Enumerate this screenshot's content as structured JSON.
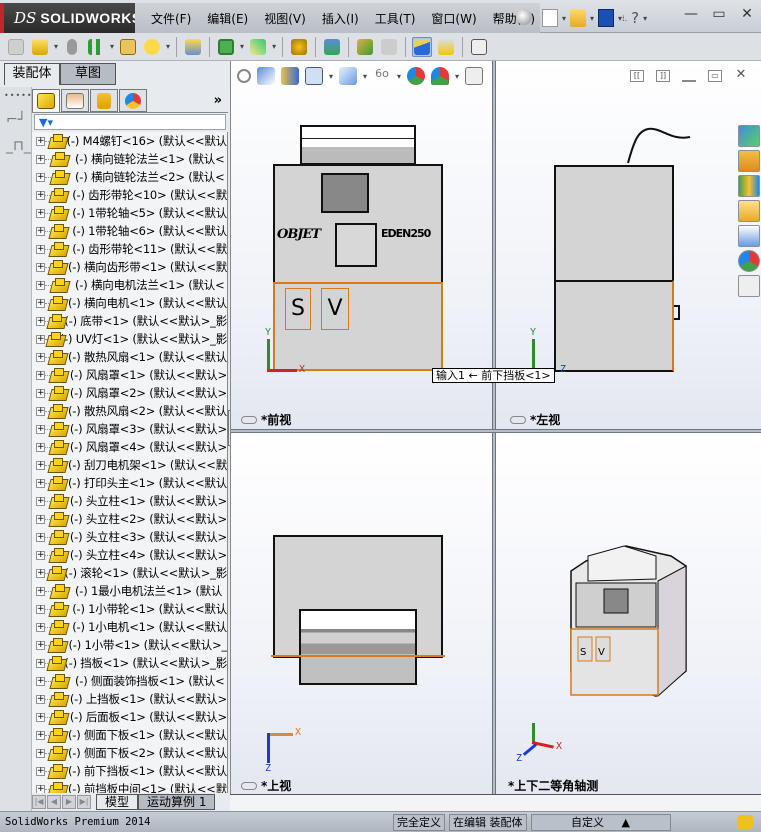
{
  "app": {
    "logo_mark": "DS",
    "logo_name": "SOLIDWORKS",
    "product": "SolidWorks Premium 2014"
  },
  "menu": [
    "文件(F)",
    "编辑(E)",
    "视图(V)",
    "插入(I)",
    "工具(T)",
    "窗口(W)",
    "帮助(H)"
  ],
  "quick_access": [
    "new-document-icon",
    "open-icon",
    "save-icon",
    "options-icon",
    "help-icon"
  ],
  "window_controls": {
    "minimize": "—",
    "restore": "▭",
    "close": "✕"
  },
  "toolbar": {
    "items": [
      "edit-component-icon",
      "insert-component-icon",
      "mate-icon",
      "linear-pattern-icon",
      "smart-fasteners-icon",
      "move-component-icon",
      "show-hidden-icon",
      "assembly-features-icon",
      "reference-geometry-icon",
      "new-motion-study-icon",
      "bill-of-materials-icon",
      "exploded-view-icon",
      "explode-line-sketch-icon",
      "interference-detection-icon",
      "clearance-verification-icon",
      "instant3d-icon"
    ],
    "active": "instant3d-icon"
  },
  "left_panel": {
    "tabs": [
      "装配体",
      "草图"
    ],
    "active_tab": "装配体",
    "fm_tabs": [
      "featuremanager-icon",
      "propertymanager-icon",
      "configurationmanager-icon",
      "displaymanager-icon"
    ],
    "more": "»",
    "tree_items": [
      "(-) M4螺钉<16> (默认<<默认",
      "(-) 横向链轮法兰<1> (默认<",
      "(-) 横向链轮法兰<2> (默认<",
      "(-) 齿形带轮<10> (默认<<默",
      "(-) 1带轮轴<5> (默认<<默认",
      "(-) 1带轮轴<6> (默认<<默认",
      "(-) 齿形带轮<11> (默认<<默",
      "(-) 横向齿形带<1> (默认<<默",
      "(-) 横向电机法兰<1> (默认<",
      "(-) 横向电机<1> (默认<<默认",
      "(-) 底带<1> (默认<<默认>_影",
      "(-) UV灯<1> (默认<<默认>_影",
      "(-) 散热风扇<1> (默认<<默认",
      "(-) 风扇罩<1> (默认<<默认>",
      "(-) 风扇罩<2> (默认<<默认>",
      "(-) 散热风扇<2> (默认<<默认",
      "(-) 风扇罩<3> (默认<<默认>",
      "(-) 风扇罩<4> (默认<<默认>",
      "(-) 刮刀电机架<1> (默认<<默",
      "(-) 打印头主<1> (默认<<默认",
      "(-) 头立柱<1> (默认<<默认>",
      "(-) 头立柱<2> (默认<<默认>",
      "(-) 头立柱<3> (默认<<默认>",
      "(-) 头立柱<4> (默认<<默认>",
      "(-) 滚轮<1> (默认<<默认>_影",
      "(-) 1最小电机法兰<1> (默认",
      "(-) 1小带轮<1> (默认<<默认",
      "(-) 1小电机<1> (默认<<默认",
      "(-) 1小带<1> (默认<<默认>_",
      "(-) 挡板<1> (默认<<默认>_影",
      "(-) 侧面装饰挡板<1> (默认<",
      "(-) 上挡板<1> (默认<<默认>",
      "(-) 后面板<1> (默认<<默认>",
      "(-) 侧面下板<1> (默认<<默认",
      "(-) 侧面下板<2> (默认<<默认",
      "(-) 前下挡板<1> (默认<<默认",
      "(-) 前挡板中间<1> (默认<<默"
    ],
    "bottom_tabs": [
      "模型",
      "运动算例 1"
    ],
    "active_bottom_tab": "模型"
  },
  "viewport": {
    "headsup": [
      "zoom-to-fit-icon",
      "previous-view-icon",
      "section-view-icon",
      "view-orientation-icon",
      "display-style-icon",
      "hide-show-items-icon",
      "edit-appearance-icon",
      "apply-scene-icon",
      "view-settings-icon"
    ],
    "pane_controls": [
      "split-left-icon",
      "split-right-icon",
      "minimize-icon",
      "restore-icon",
      "close-icon"
    ],
    "views": [
      {
        "name": "*前视",
        "triad": [
          "Y",
          "X"
        ]
      },
      {
        "name": "*左视",
        "triad": [
          "Y",
          "Z"
        ]
      },
      {
        "name": "*上视",
        "triad": [
          "X",
          "Z"
        ]
      },
      {
        "name": "*上下二等角轴测",
        "triad": [
          "Y",
          "X",
          "Z"
        ]
      }
    ],
    "front_logo_left": "OBJET",
    "front_logo_right": "EDEN250",
    "panel_letters": [
      "S",
      "V"
    ],
    "tooltip": "输入1 ← 前下挡板<1>",
    "colors": {
      "edge": "#111111",
      "selected_edge": "#d97a1a",
      "face": "#d4d4d4"
    }
  },
  "task_pane": [
    "solidworks-resources-icon",
    "home-icon",
    "design-library-icon",
    "file-explorer-icon",
    "view-palette-icon",
    "appearances-icon",
    "custom-properties-icon"
  ],
  "status_bar": {
    "product": "SolidWorks Premium 2014",
    "fully_defined": "完全定义",
    "editing": "在编辑 装配体",
    "units": "自定义",
    "units_arrow": "▲"
  }
}
